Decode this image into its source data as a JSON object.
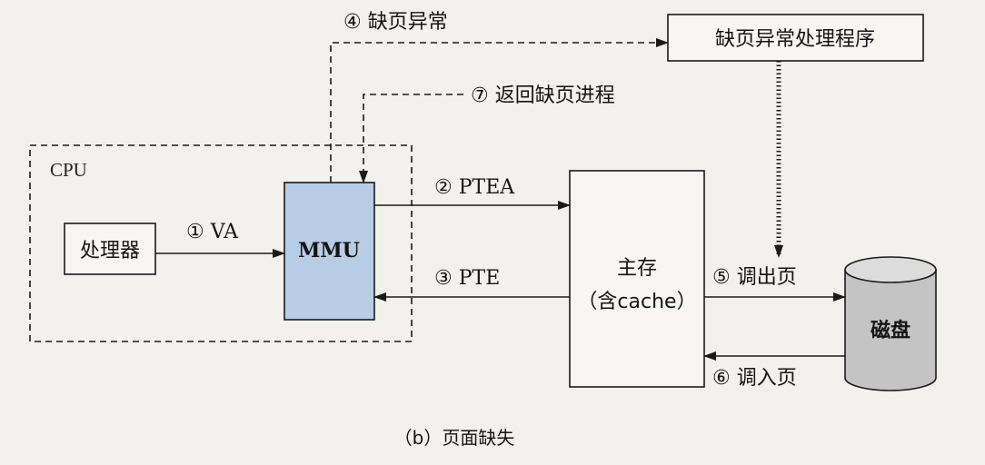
{
  "diagram": {
    "cpu_label": "CPU",
    "processor_label": "处理器",
    "mmu_label": "MMU",
    "memory_label_line1": "主存",
    "memory_label_line2": "（含cache）",
    "disk_label": "磁盘",
    "handler_label": "缺页异常处理程序",
    "caption": "（b）页面缺失",
    "steps": {
      "va": "① VA",
      "ptea": "② PTEA",
      "pte": "③ PTE",
      "page_fault": "④ 缺页异常",
      "page_out": "⑤ 调出页",
      "page_in": "⑥ 调入页",
      "return": "⑦ 返回缺页进程"
    }
  },
  "colors": {
    "mmu_fill": "#b7cde6",
    "disk_fill": "#c4c4c4",
    "background": "#f3f1ee",
    "stroke": "#1a1a1a"
  }
}
